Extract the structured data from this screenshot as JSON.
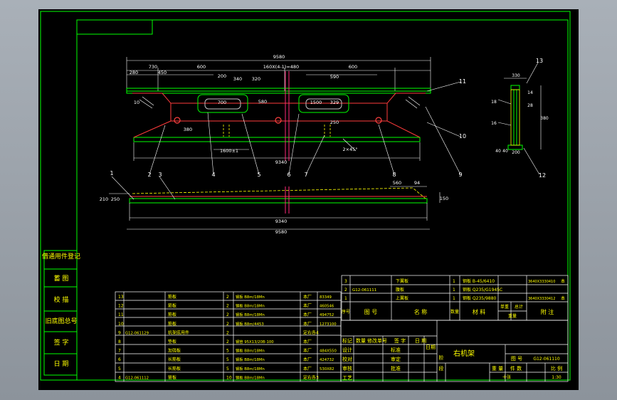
{
  "drawing": {
    "title": "右机架",
    "drawing_no_label": "图 号",
    "drawing_no": "G12-061110",
    "scale": "1:30",
    "left_labels": [
      "借通用件登记",
      "蓄 图",
      "校 描",
      "旧底图总号",
      "签 字",
      "日 期"
    ],
    "main_dims": [
      "9580",
      "730",
      "600",
      "160X(4-1)=480",
      "600",
      "280",
      "450",
      "200",
      "320",
      "700",
      "340",
      "590",
      "1500",
      "329",
      "580",
      "1600±1",
      "9340",
      "380",
      "250",
      "2×45°",
      "10"
    ],
    "side_dims": [
      "330",
      "380",
      "40",
      "200",
      "18",
      "16",
      "28",
      "14",
      "40"
    ],
    "lower_dims": [
      "560",
      "94",
      "210",
      "9340",
      "9580",
      "150",
      "250"
    ],
    "callouts": [
      "1",
      "2",
      "3",
      "4",
      "5",
      "6",
      "7",
      "8",
      "9",
      "10",
      "11",
      "12",
      "13"
    ],
    "top_parts": [
      {
        "no": "3",
        "name": "下翼板",
        "qty": "1",
        "mat": "钢板 B-45/6410",
        "note": "",
        "weight": "3640X3330410",
        "total": "本"
      },
      {
        "no": "2",
        "code": "G12-061111",
        "name": "腹板",
        "qty": "1",
        "mat": "钢板 Q235/G1945C",
        "note": "",
        "weight": "",
        "total": ""
      },
      {
        "no": "1",
        "name": "上翼板",
        "qty": "1",
        "mat": "钢板 Q235/9880",
        "note": "",
        "weight": "3640X3330412",
        "total": "本"
      }
    ],
    "top_header": [
      "序号",
      "图 号",
      "名 称",
      "数量",
      "材 料",
      "单重",
      "总计",
      "附 注"
    ],
    "sub_header": [
      "重量"
    ],
    "lower_parts": [
      {
        "no": "13",
        "name": "筋板",
        "qty": "2",
        "mat": "钢板 B8m/18Mn",
        "unit": "本厂",
        "dim": "83349"
      },
      {
        "no": "12",
        "name": "筋板",
        "qty": "2",
        "mat": "钢板 B8m/18Mn",
        "unit": "本厂",
        "dim": "460546"
      },
      {
        "no": "11",
        "name": "筋板",
        "qty": "2",
        "mat": "钢板 B8m/18Mn",
        "unit": "本厂",
        "dim": "494752"
      },
      {
        "no": "10",
        "name": "筋板",
        "qty": "2",
        "mat": "钢板 B8m/4453",
        "unit": "本厂",
        "dim": "1273100"
      },
      {
        "no": "9",
        "code": "G12-061129",
        "name": "机架底用件",
        "qty": "2",
        "mat": "",
        "unit": "定右各4",
        "dim": ""
      },
      {
        "no": "8",
        "name": "垫板",
        "qty": "2",
        "mat": "钢管 95X13/20B-100",
        "unit": "本厂",
        "dim": ""
      },
      {
        "no": "7",
        "name": "加强板",
        "qty": "5",
        "mat": "钢板 B8m/18Mn",
        "unit": "本厂",
        "dim": "484X550"
      },
      {
        "no": "6",
        "name": "长筋板",
        "qty": "5",
        "mat": "钢板 B8m/18Mn",
        "unit": "本厂",
        "dim": "424732"
      },
      {
        "no": "5",
        "name": "长筋板",
        "qty": "5",
        "mat": "钢板 B8m/18Mn",
        "unit": "本厂",
        "dim": "530X82"
      },
      {
        "no": "4",
        "code": "G12-061112",
        "name": "管板",
        "qty": "10",
        "mat": "钢板 B8m/18Mn",
        "unit": "定右各3",
        "dim": ""
      }
    ],
    "title_block": {
      "rev_header": [
        "标记",
        "数量",
        "修改单号",
        "签 字",
        "日 期"
      ],
      "roles": [
        "设计",
        "校对",
        "审核",
        "工艺"
      ],
      "roles2": [
        "标准",
        "审定",
        "批准",
        "日期"
      ],
      "stage_labels": [
        "阶",
        "段"
      ],
      "bottom_labels": [
        "重 量",
        "件 数",
        "比 例"
      ],
      "mark": "十张"
    }
  }
}
